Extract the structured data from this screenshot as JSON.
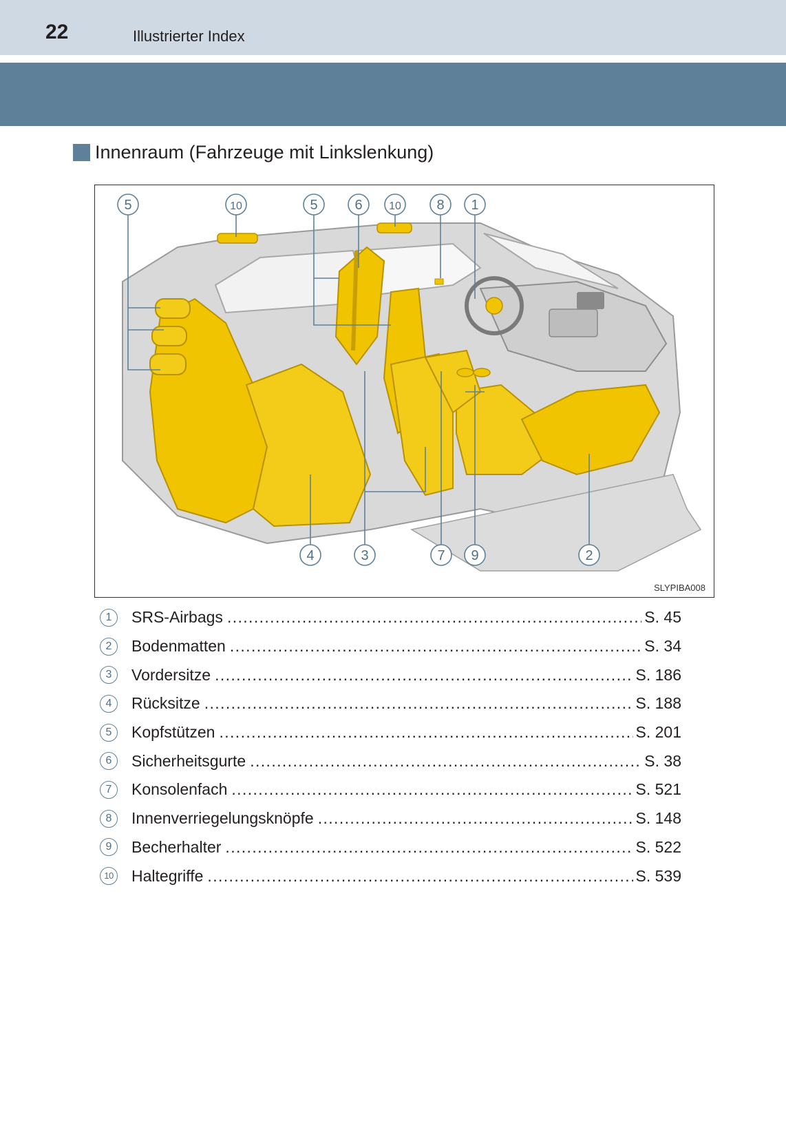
{
  "header": {
    "page_number": "22",
    "title": "Illustrierter Index"
  },
  "section": {
    "title": "Innenraum (Fahrzeuge mit Linkslenkung)"
  },
  "figure": {
    "code": "SLYPIBA008",
    "callouts_top": [
      "5",
      "10",
      "5",
      "6",
      "10",
      "8",
      "1"
    ],
    "callouts_bottom": [
      "4",
      "3",
      "7",
      "9",
      "2"
    ]
  },
  "index": [
    {
      "num": "1",
      "label": "SRS-Airbags",
      "page": "S. 45"
    },
    {
      "num": "2",
      "label": "Bodenmatten",
      "page": "S. 34"
    },
    {
      "num": "3",
      "label": "Vordersitze",
      "page": "S. 186"
    },
    {
      "num": "4",
      "label": "Rücksitze",
      "page": "S. 188"
    },
    {
      "num": "5",
      "label": "Kopfstützen",
      "page": "S. 201"
    },
    {
      "num": "6",
      "label": "Sicherheitsgurte",
      "page": "S. 38"
    },
    {
      "num": "7",
      "label": "Konsolenfach",
      "page": "S. 521"
    },
    {
      "num": "8",
      "label": "Innenverriegelungsknöpfe",
      "page": "S. 148"
    },
    {
      "num": "9",
      "label": "Becherhalter",
      "page": "S. 522"
    },
    {
      "num": "10",
      "label": "Haltegriffe",
      "page": "S. 539"
    }
  ],
  "colors": {
    "accent": "#5f8099",
    "header_band": "#cfd9e4",
    "highlight": "#f0c400"
  }
}
